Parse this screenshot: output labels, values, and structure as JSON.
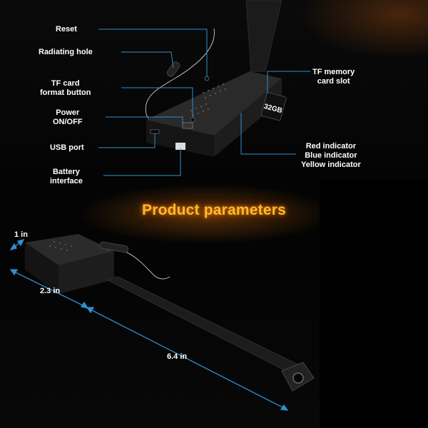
{
  "title": "Product parameters",
  "callouts": {
    "reset": "Reset",
    "radiating_hole": "Radiating hole",
    "tf_format_1": "TF card",
    "tf_format_2": "format button",
    "power_1": "Power",
    "power_2": "ON/OFF",
    "usb_port": "USB port",
    "battery_1": "Battery",
    "battery_2": "interface",
    "tf_slot_1": "TF memory",
    "tf_slot_2": "card slot",
    "indicator_red": "Red indicator",
    "indicator_blue": "Blue indicator",
    "indicator_yellow": "Yellow indicator"
  },
  "sd_card_label": "32GB",
  "dimensions": {
    "height": "1 in",
    "width": "2.3 in",
    "length": "6.4 in"
  },
  "colors": {
    "accent_line": "#2f8fd0",
    "title": "#ffb92e"
  }
}
